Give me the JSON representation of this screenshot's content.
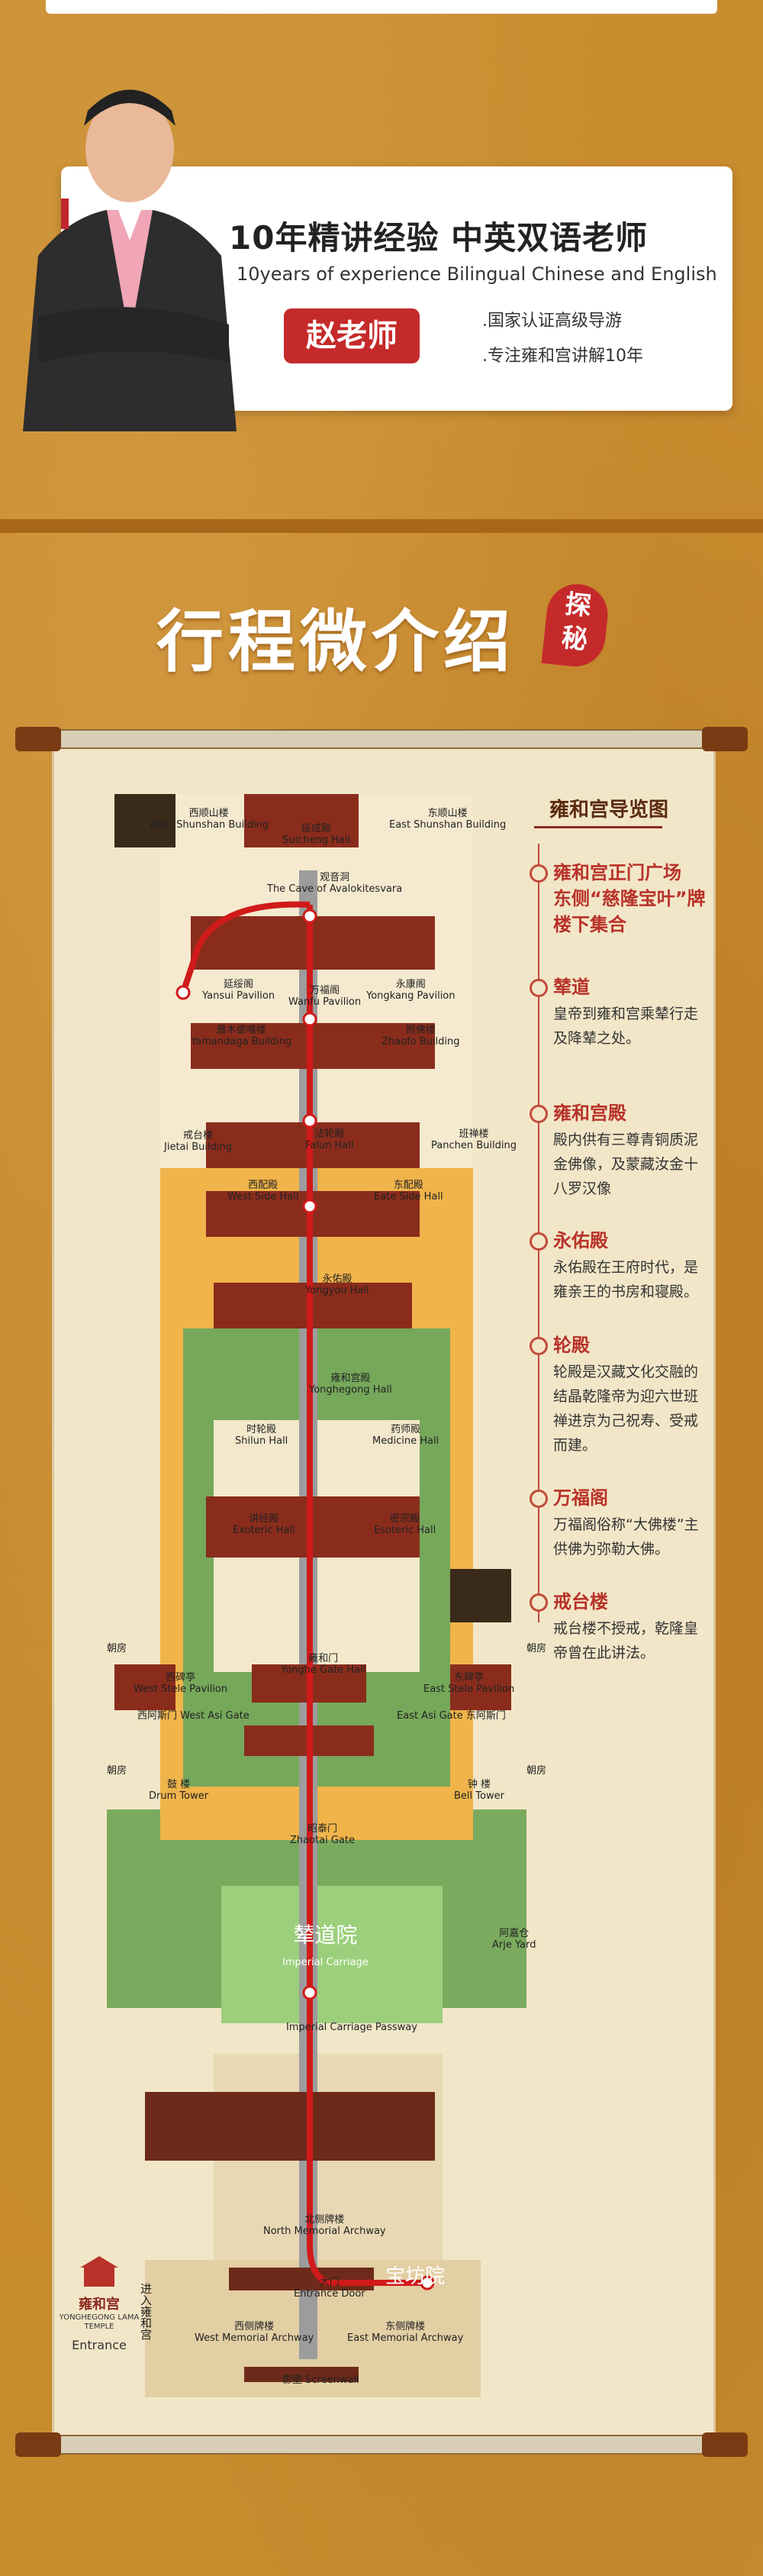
{
  "header": {
    "headline": "10年精讲经验 中英双语老师",
    "subline": "10years of experience  Bilingual Chinese and English",
    "guide_name": "赵老师",
    "bullets": [
      ".国家认证高级导游",
      ".专注雍和宫讲解10年"
    ]
  },
  "section": {
    "title": "行程微介绍",
    "seal": "探秘"
  },
  "colors": {
    "accent_red": "#c52a2a",
    "route_red": "#d11a1a",
    "background_gold": "#c7892b",
    "paper": "#f2e6c8"
  },
  "map": {
    "labels": {
      "west_shunshan": "西顺山楼",
      "west_shunshan_en": "West Shunshan Building",
      "suicheng": "绥成殿",
      "suicheng_en": "Suicheng Hall",
      "east_shunshan": "东顺山楼",
      "east_shunshan_en": "East Shunshan Building",
      "cave": "观音洞",
      "cave_en": "The Cave of Avalokitesvara",
      "yansui": "延绥阁",
      "yansui_en": "Yansui Pavilion",
      "wanfu": "万福阁",
      "wanfu_en": "Wanfu Pavilion",
      "yongkang": "永康阁",
      "yongkang_en": "Yongkang Pavilion",
      "yamandaga": "雅木德嘎楼",
      "yamandaga_en": "Yamandaga Building",
      "zhaofo": "照佛楼",
      "zhaofo_en": "Zhaofo Building",
      "jietai": "戒台楼",
      "jietai_en": "Jietai Building",
      "falun": "法轮殿",
      "falun_en": "Falun Hall",
      "panchen": "班禅楼",
      "panchen_en": "Panchen Building",
      "west_side": "西配殿",
      "west_side_en": "West Side Hall",
      "east_side": "东配殿",
      "east_side_en": "Eate Side Hall",
      "yongyou": "永佑殿",
      "yongyou_en": "Yongyou Hall",
      "yonghegong": "雍和宫殿",
      "yonghegong_en": "Yonghegong Hall",
      "shilun": "时轮殿",
      "shilun_en": "Shilun Hall",
      "medicine": "药师殿",
      "medicine_en": "Medicine Hall",
      "exoteric": "讲经殿",
      "exoteric_en": "Exoteric Hall",
      "esoteric": "密宗殿",
      "esoteric_en": "Esoteric Hall",
      "yonghe_gate": "雍和门",
      "yonghe_gate_en": "Yonghe Gate Hall",
      "west_stele": "西碑亭",
      "west_stele_en": "West Stele Pavilion",
      "east_stele": "东碑亭",
      "east_stele_en": "East Stele Pavilion",
      "chaofang": "朝房",
      "west_asi": "西阿斯门 West Asi Gate",
      "east_asi": "East Asi Gate 东阿斯门",
      "drum": "鼓 楼",
      "drum_en": "Drum Tower",
      "bell": "钟 楼",
      "bell_en": "Bell Tower",
      "zhaotai": "昭泰门",
      "zhaotai_en": "Zhaotai Gate",
      "yard_big": "辇道院",
      "yard_big_en": "Imperial Carriage",
      "carriage": "Imperial Carriage Passway",
      "arje": "阿嘉仓",
      "arje_en": "Arje Yard",
      "north_arch": "北侧牌楼",
      "north_arch_en": "North Memorial Archway",
      "main_gate": "大门",
      "main_gate_en": "Entrance Door",
      "baofang": "宝坊院",
      "west_arch": "西侧牌楼",
      "west_arch_en": "West Memorial Archway",
      "east_arch": "东侧牌楼",
      "east_arch_en": "East Memorial Archway",
      "screen": "影壁",
      "screen_en": "Screenwall",
      "entrance_vertical": "进入雍和宫",
      "logo_cn": "雍和宫",
      "logo_en": "YONGHEGONG LAMA TEMPLE",
      "entrance": "Entrance"
    }
  },
  "legend": {
    "title": "雍和宫导览图",
    "items": [
      {
        "head": "雍和宫正门广场 东侧“慈隆宝叶”牌楼下集合",
        "body": ""
      },
      {
        "head": "辇道",
        "body": "皇帝到雍和宫乘辇行走及降辇之处。"
      },
      {
        "head": "雍和宫殿",
        "body": "殿内供有三尊青铜质泥金佛像，及蒙藏汝金十八罗汉像"
      },
      {
        "head": "永佑殿",
        "body": "永佑殿在王府时代，是雍亲王的书房和寝殿。"
      },
      {
        "head": "轮殿",
        "body": "轮殿是汉藏文化交融的结晶乾隆帝为迎六世班禅进京为己祝寿、受戒而建。"
      },
      {
        "head": "万福阁",
        "body": "万福阁俗称“大佛楼”主供佛为弥勒大佛。"
      },
      {
        "head": "戒台楼",
        "body": "戒台楼不授戒，乾隆皇帝曾在此讲法。"
      }
    ]
  }
}
